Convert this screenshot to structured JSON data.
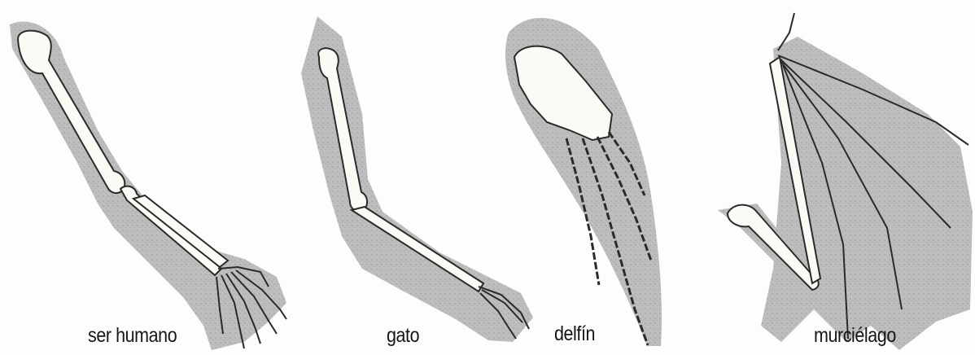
{
  "labels": {
    "human": "ser humano",
    "cat": "gato",
    "dolphin": "delfín",
    "bat": "murciélago"
  },
  "colors": {
    "silhouette": "#bdbdbd",
    "bone_fill": "#fbfbf6",
    "bone_stroke": "#2a2a2a",
    "text": "#161616"
  }
}
